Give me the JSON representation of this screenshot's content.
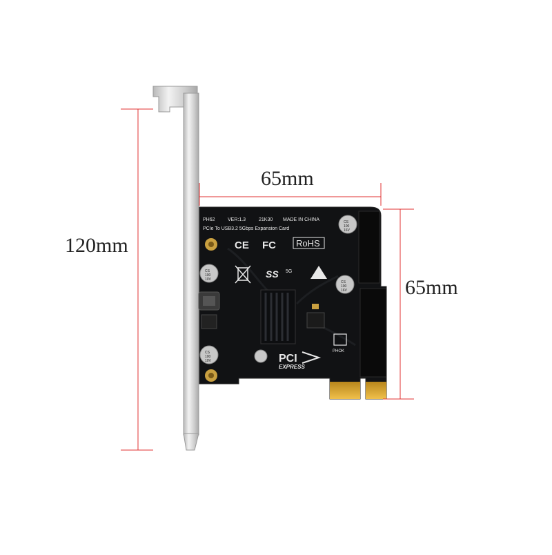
{
  "dimensions": {
    "height_label": "120mm",
    "board_width_label": "65mm",
    "board_height_label": "65mm"
  },
  "pcb": {
    "model": "PH62",
    "version": "VER:1.3",
    "date_code": "21K30",
    "origin": "MADE IN CHINA",
    "description": "PCIe To USB3.2 5Gbps Expansion Card",
    "ce_mark": "CE",
    "fc_mark": "FC",
    "rohs_mark": "RoHS",
    "usb_logo": "SS",
    "usb_speed": "5G",
    "pci_logo_top": "PCI",
    "pci_logo_bottom": "EXPRESS",
    "brand_logo": "PHOK",
    "cap_left_top": [
      "CS",
      "100",
      "10V"
    ],
    "cap_left_bottom": [
      "CS",
      "100",
      "10V"
    ],
    "cap_right_top": [
      "CS",
      "100",
      "16V"
    ],
    "cap_right_bottom": [
      "CS",
      "100",
      "16V"
    ]
  },
  "colors": {
    "pcb": "#111214",
    "bracket": "#d2d2d2",
    "gold": "#d9a32c",
    "dimension_line": "#e03030"
  }
}
